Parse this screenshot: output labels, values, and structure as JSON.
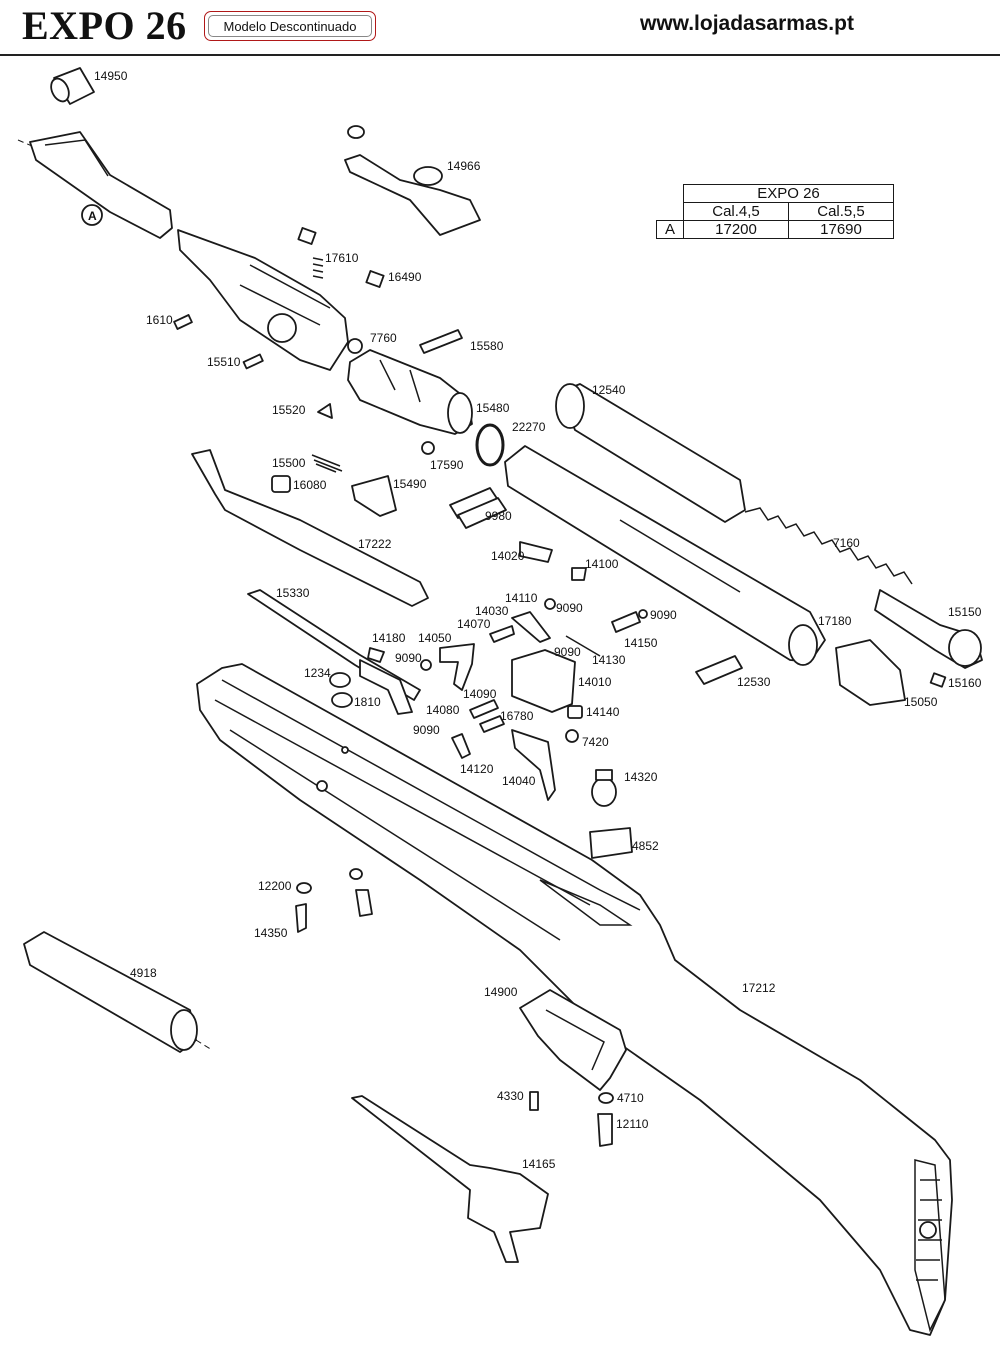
{
  "header": {
    "title": "EXPO 26",
    "badge": "Modelo Descontinuado",
    "site": "www.lojadasarmas.pt"
  },
  "table": {
    "model": "EXPO 26",
    "col1": "Cal.4,5",
    "col2": "Cal.5,5",
    "row_key": "A",
    "val1": "17200",
    "val2": "17690"
  },
  "callout_a": "A",
  "parts": {
    "p14950": "14950",
    "p14966": "14966",
    "p17610": "17610",
    "p16490": "16490",
    "p1610": "1610",
    "p7760": "7760",
    "p15580": "15580",
    "p15510": "15510",
    "p12540": "12540",
    "p15520": "15520",
    "p15480": "15480",
    "p22270": "22270",
    "p17590": "17590",
    "p15500": "15500",
    "p16080": "16080",
    "p15490": "15490",
    "p9980": "9980",
    "p17222": "17222",
    "p7160": "7160",
    "p14020": "14020",
    "p14100": "14100",
    "p15150": "15150",
    "p15330": "15330",
    "p14110": "14110",
    "p9090a": "9090",
    "p14030": "14030",
    "p9090b": "9090",
    "p14070": "14070",
    "p14150": "14150",
    "p17180": "17180",
    "p14180": "14180",
    "p14050": "14050",
    "p9090c": "9090",
    "p9090d": "9090",
    "p14130": "14130",
    "p15160": "15160",
    "p1234": "1234",
    "p14010": "14010",
    "p12530": "12530",
    "p15050": "15050",
    "p1810": "1810",
    "p14090": "14090",
    "p14080": "14080",
    "p14140": "14140",
    "p16780": "16780",
    "p9090e": "9090",
    "p7420": "7420",
    "p14120": "14120",
    "p14040": "14040",
    "p14320": "14320",
    "p4852": "4852",
    "p12200": "12200",
    "p14350": "14350",
    "p4918": "4918",
    "p17212": "17212",
    "p14900": "14900",
    "p4330": "4330",
    "p4710": "4710",
    "p12110": "12110",
    "p14165": "14165"
  }
}
